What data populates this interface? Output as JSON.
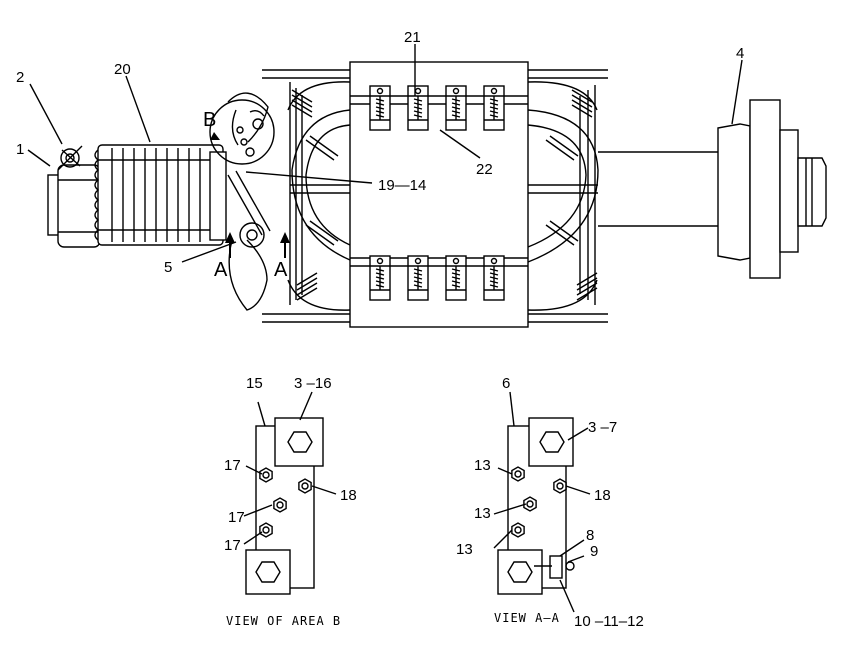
{
  "figure": {
    "callouts": {
      "c1": "1",
      "c2": "2",
      "c20": "20",
      "c21": "21",
      "c4": "4",
      "c22": "22",
      "c19_14": "19—14",
      "c5": "5",
      "cB": "B",
      "cA_left": "A",
      "cA_right": "A"
    },
    "view_b": {
      "caption": "VIEW OF AREA B",
      "labels": {
        "l15": "15",
        "l3_16": "3 –16",
        "l17a": "17",
        "l17b": "17",
        "l17c": "17",
        "l18": "18"
      }
    },
    "view_aa": {
      "caption": "VIEW A—A",
      "labels": {
        "l6": "6",
        "l3_7": "3 –7",
        "l13a": "13",
        "l13b": "13",
        "l13c": "13",
        "l18": "18",
        "l8": "8",
        "l9": "9",
        "l10_11_12": "10 –11–12"
      }
    }
  }
}
